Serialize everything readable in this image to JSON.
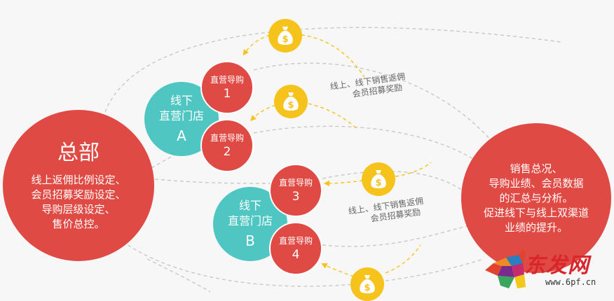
{
  "headquarters": {
    "title": "总部",
    "lines": [
      "线上返佣比例设定、",
      "会员招募奖励设定、",
      "导购层级设定、",
      "售价总控。"
    ]
  },
  "summary": {
    "lines": [
      "销售总况、",
      "导购业绩、会员数据",
      "的汇总与分析。",
      "促进线下与线上双渠道",
      "业绩的提升。"
    ]
  },
  "stores": [
    {
      "line1": "线下",
      "line2": "直营门店",
      "letter": "A"
    },
    {
      "line1": "线下",
      "line2": "直营门店",
      "letter": "B"
    }
  ],
  "guides": [
    {
      "label": "直营导购",
      "number": "1"
    },
    {
      "label": "直营导购",
      "number": "2"
    },
    {
      "label": "直营导购",
      "number": "3"
    },
    {
      "label": "直营导购",
      "number": "4"
    }
  ],
  "notes": [
    {
      "line1": "线上、线下销售返佣",
      "line2": "会员招募奖励"
    },
    {
      "line1": "线上、线下销售返佣",
      "line2": "会员招募奖励"
    }
  ],
  "coin_symbol": "$",
  "logo": {
    "text": "东发网",
    "url": "www.6pf.cn"
  },
  "colors": {
    "red": "#e04a44",
    "teal": "#4fc6c2",
    "gold": "#f6c21c",
    "dash": "#c8c8c8"
  }
}
